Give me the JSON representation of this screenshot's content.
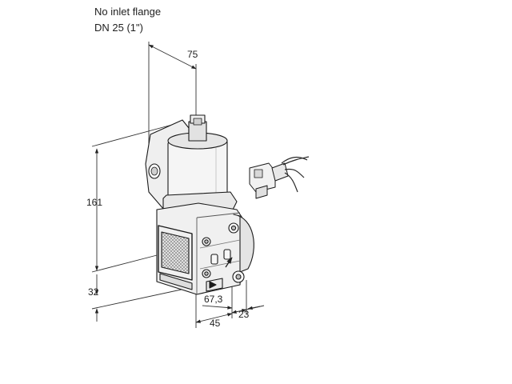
{
  "captions": {
    "line1": "No inlet flange",
    "line2": "DN 25 (1\")"
  },
  "dimensions": {
    "d75": "75",
    "d161": "161",
    "d32": "32",
    "d67_3": "67,3",
    "d45": "45",
    "d23": "23"
  },
  "colors": {
    "line": "#1a1a1a",
    "dimline": "#333333",
    "body_light": "#f2f2f2",
    "body_mid": "#d9d9d9",
    "body_dark": "#9a9a9a"
  }
}
